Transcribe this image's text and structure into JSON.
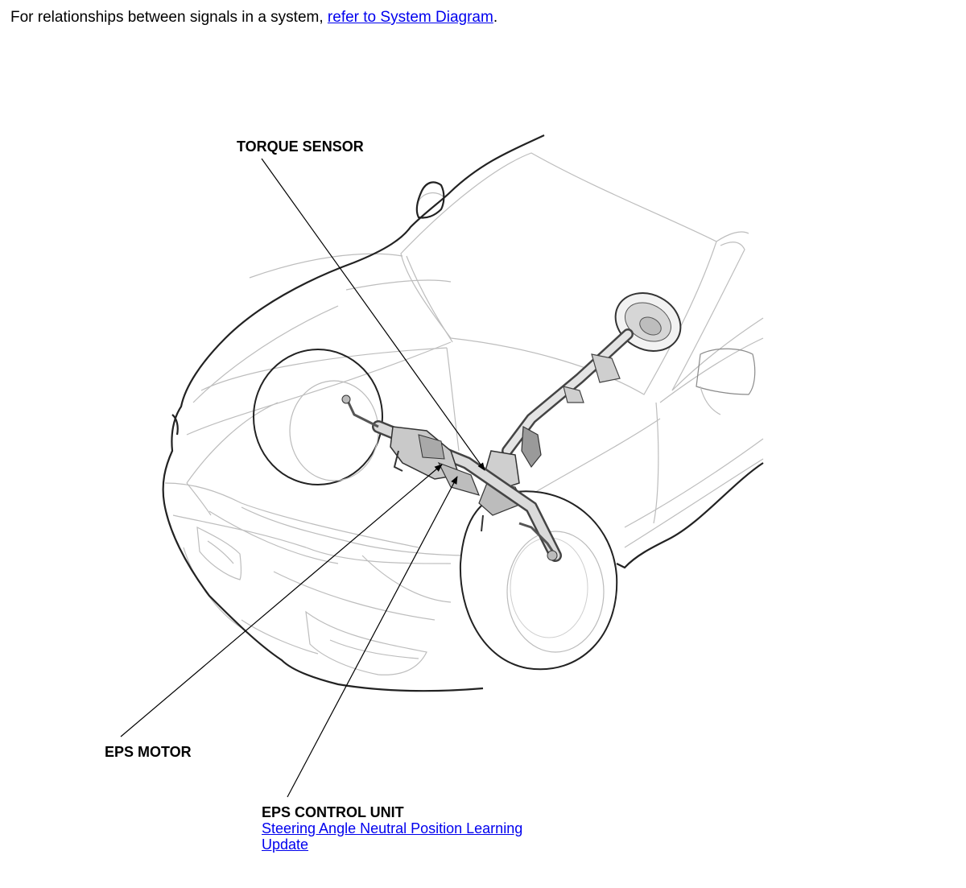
{
  "intro": {
    "text_before": "For relationships between signals in a system, ",
    "link_text": "refer to System Diagram",
    "text_after": "."
  },
  "diagram": {
    "labels": {
      "torque_sensor": "TORQUE SENSOR",
      "eps_motor": "EPS MOTOR",
      "eps_control_unit": "EPS CONTROL UNIT"
    },
    "eps_control_unit_link": {
      "line1": "Steering Angle Neutral Position Learning",
      "line2": "Update"
    }
  },
  "colors": {
    "link": "#0000ee",
    "outline": "#222222",
    "light_line": "#b8b8b8",
    "leader": "#000000"
  }
}
